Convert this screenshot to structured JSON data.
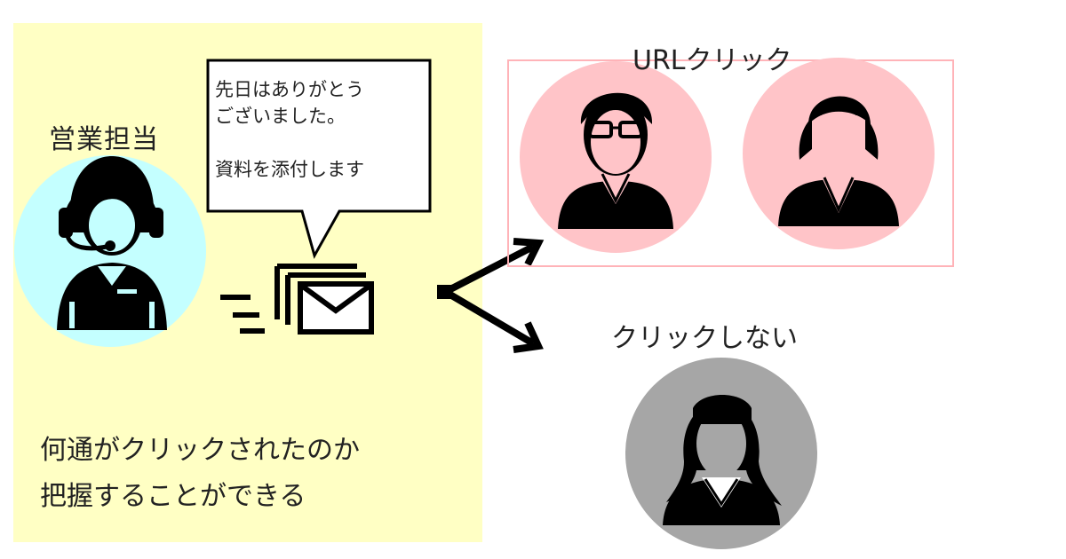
{
  "sender": {
    "label": "営業担当",
    "icon": "headset-operator-icon",
    "circle_color": "#c4ffff"
  },
  "email": {
    "icon": "sending-envelope-icon",
    "message": "先日はありがとう\nございました。\n\n資料を添付します"
  },
  "caption": {
    "line1": "何通がクリックされたのか",
    "line2": "把握することができる"
  },
  "clicked": {
    "label": "URLクリック",
    "circle_color": "#ffc4c8",
    "border_color": "#ffb3b8"
  },
  "not_clicked": {
    "label": "クリックしない",
    "circle_color": "#a6a6a6"
  },
  "colors": {
    "panel": "#ffffc4",
    "icon_fill": "#000000"
  }
}
